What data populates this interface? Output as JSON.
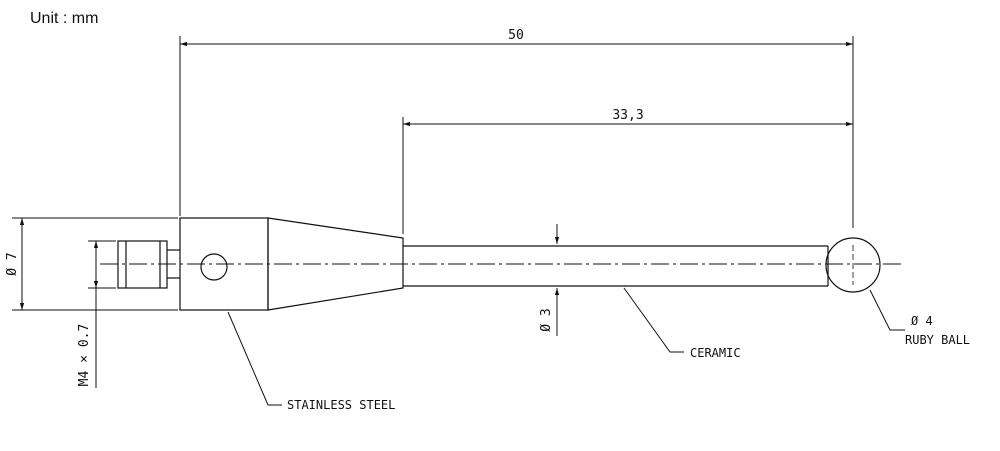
{
  "header": {
    "unit_label": "Unit : mm"
  },
  "dimensions": {
    "overall_length": "50",
    "stem_length": "33,3",
    "body_diameter": "Ø 7",
    "thread": "M4 × 0.7",
    "stem_diameter": "Ø 3",
    "ball_diameter": "Ø 4"
  },
  "materials": {
    "body": "STAINLESS STEEL",
    "stem": "CERAMIC",
    "ball": "RUBY BALL"
  },
  "colors": {
    "line": "#111111",
    "background": "#ffffff"
  }
}
